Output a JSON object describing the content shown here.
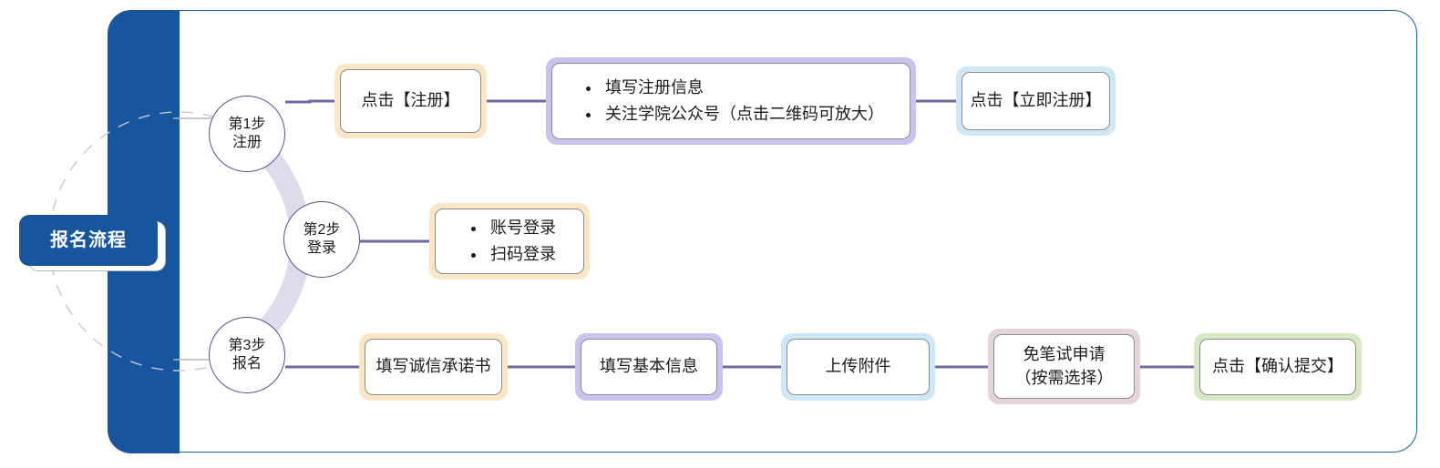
{
  "diagram": {
    "title": "报名流程",
    "frame_color": "#1860a8",
    "bar_color": "#17569f",
    "connector_color": "#6f6aa0",
    "circle_border_color": "#5b4f93"
  },
  "steps": [
    {
      "id": "step-1",
      "number_label": "第1步",
      "name_label": "注册"
    },
    {
      "id": "step-2",
      "number_label": "第2步",
      "name_label": "登录"
    },
    {
      "id": "step-3",
      "number_label": "第3步",
      "name_label": "报名"
    }
  ],
  "rows": {
    "row1": {
      "node1": {
        "text": "点击【注册】",
        "tint": "#fbe6c6"
      },
      "node2": {
        "bullets": [
          "填写注册信息",
          "关注学院公众号（点击二维码可放大）"
        ],
        "tint": "#c8c4f0"
      },
      "node3": {
        "text": "点击【立即注册】",
        "tint": "#cfe8f7"
      }
    },
    "row2": {
      "node1": {
        "bullets": [
          "账号登录",
          "扫码登录"
        ],
        "tint": "#fbe6c6"
      }
    },
    "row3": {
      "node1": {
        "text": "填写诚信承诺书",
        "tint": "#fbe6c6"
      },
      "node2": {
        "text": "填写基本信息",
        "tint": "#c8c4f0"
      },
      "node3": {
        "text": "上传附件",
        "tint": "#cfe8f7"
      },
      "node4": {
        "line1": "免笔试申请",
        "line2": "（按需选择）",
        "tint": "#e4d5d8"
      },
      "node5": {
        "text": "点击【确认提交】",
        "tint": "#d9e8c4"
      }
    }
  }
}
